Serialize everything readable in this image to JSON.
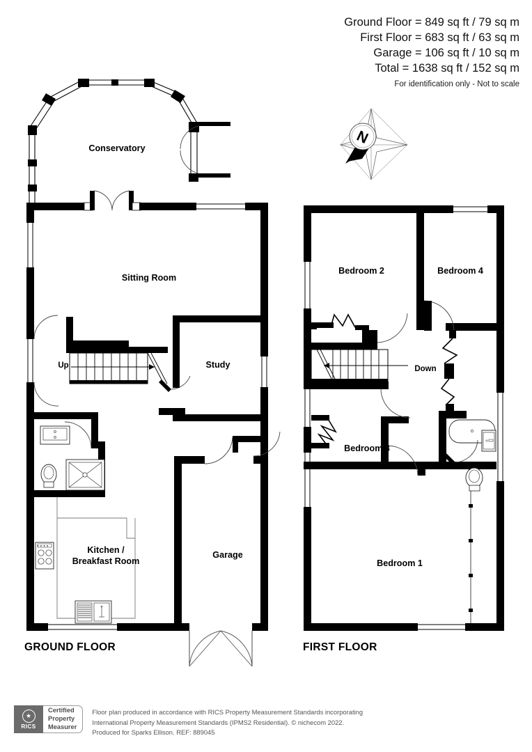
{
  "header": {
    "areas": [
      "Ground Floor = 849 sq ft / 79 sq m",
      "First Floor = 683 sq ft / 63 sq m",
      "Garage = 106 sq ft / 10 sq m",
      "Total = 1638 sq ft / 152 sq m"
    ],
    "disclaimer": "For identification only - Not to scale"
  },
  "compass": {
    "label": "N"
  },
  "ground_floor": {
    "title": "GROUND FLOOR",
    "rooms": [
      {
        "name": "Conservatory",
        "label": "Conservatory"
      },
      {
        "name": "Sitting Room",
        "label": "Sitting Room"
      },
      {
        "name": "Study",
        "label": "Study"
      },
      {
        "name": "Kitchen / Breakfast Room",
        "label_line1": "Kitchen /",
        "label_line2": "Breakfast Room"
      },
      {
        "name": "Garage",
        "label": "Garage"
      }
    ],
    "stair_label": "Up"
  },
  "first_floor": {
    "title": "FIRST FLOOR",
    "rooms": [
      {
        "name": "Bedroom 2",
        "label": "Bedroom 2"
      },
      {
        "name": "Bedroom 4",
        "label": "Bedroom 4"
      },
      {
        "name": "Bedroom 3",
        "label": "Bedroom 3"
      },
      {
        "name": "Bedroom 1",
        "label": "Bedroom 1"
      }
    ],
    "stair_label": "Down"
  },
  "footer": {
    "rics_word": "RICS",
    "certified_line1": "Certified",
    "certified_line2": "Property",
    "certified_line3": "Measurer",
    "text_line1": "Floor plan produced in accordance with RICS Property Measurement Standards incorporating",
    "text_line2": "International Property Measurement Standards (IPMS2 Residential).    © nichecom 2022.",
    "text_line3": "Produced for Sparks Ellison.    REF: 889045"
  },
  "colors": {
    "wall": "#000000",
    "background": "#ffffff",
    "fixture_stroke": "#222222",
    "footer_text": "#555555",
    "logo_gray": "#6b6b6b"
  }
}
